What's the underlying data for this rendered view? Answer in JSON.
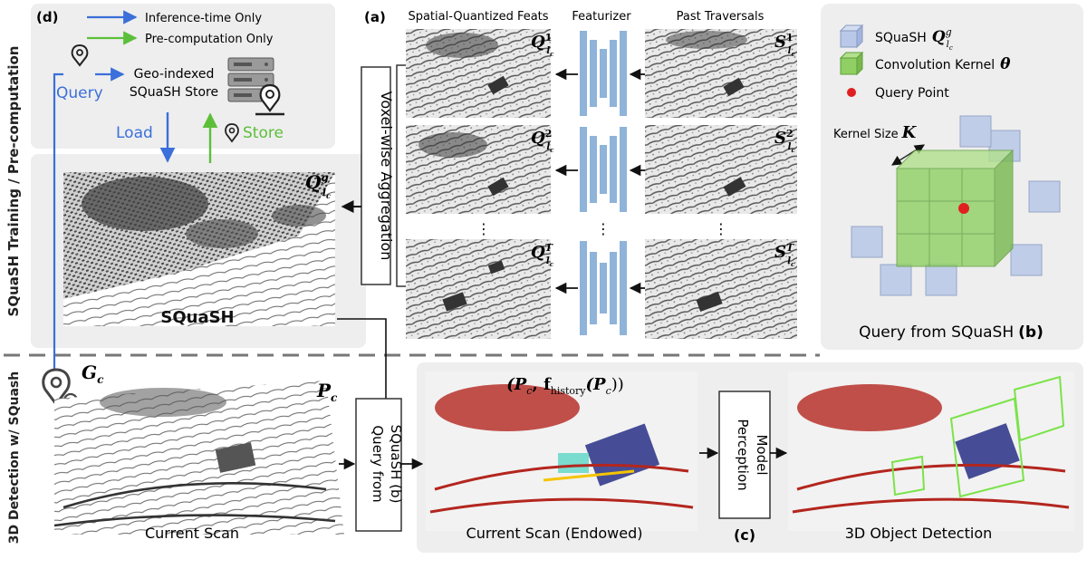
{
  "side_labels": {
    "top": "SQuaSH Training / Pre-computation",
    "bottom": "3D Detection w/ SQuash"
  },
  "panel_d": {
    "tag": "(d)",
    "legend": {
      "inference": "Inference-time Only",
      "precompute": "Pre-computation Only",
      "inference_color": "#3b6fd9",
      "precompute_color": "#5cbf3a"
    },
    "query": "Query",
    "store_line1": "Geo-indexed",
    "store_line2": "SQuaSH Store",
    "load": "Load",
    "store": "Store"
  },
  "panel_a": {
    "tag": "(a)",
    "col_feats": "Spatial-Quantized Feats",
    "col_featurizer": "Featurizer",
    "col_past": "Past Traversals",
    "aggregation": "Voxel-wise Aggregation",
    "ellipsis": "⋮",
    "q_sym": "Q",
    "s_sym": "S",
    "lc_sub": "l",
    "lc_subsub": "c",
    "sup_1": "1",
    "sup_2": "2",
    "sup_t": "T"
  },
  "squash_map": {
    "label": "SQuaSH",
    "sym": "Q",
    "sup": "g"
  },
  "panel_b": {
    "tag": "(b)",
    "legend_squash": "SQuaSH",
    "legend_kernel": "Convolution Kernel",
    "kernel_sym": "θ",
    "legend_query": "Query Point",
    "kernel_size": "Kernel Size",
    "kernel_sym_k": "K",
    "caption": "Query from SQuaSH",
    "squash_color": "#b9c8e8",
    "kernel_color": "#8fcf63",
    "query_color": "#e02020"
  },
  "bottom": {
    "gc_sym": "G",
    "gc_sub": "c",
    "pc_sym": "P",
    "pc_sub": "c",
    "current_scan": "Current Scan",
    "query_box_line1": "Query from",
    "query_box_line2": "SQuaSH (b)",
    "endowed_formula": "(P",
    "endowed_formula_mid": ", f",
    "endowed_formula_history": "history",
    "endowed_formula_end": "(P",
    "endowed_formula_close": "))",
    "current_scan_endowed": "Current Scan (Endowed)",
    "perception_line1": "Perception",
    "perception_line2": "Model",
    "tag_c": "(c)",
    "detection": "3D Object Detection"
  }
}
